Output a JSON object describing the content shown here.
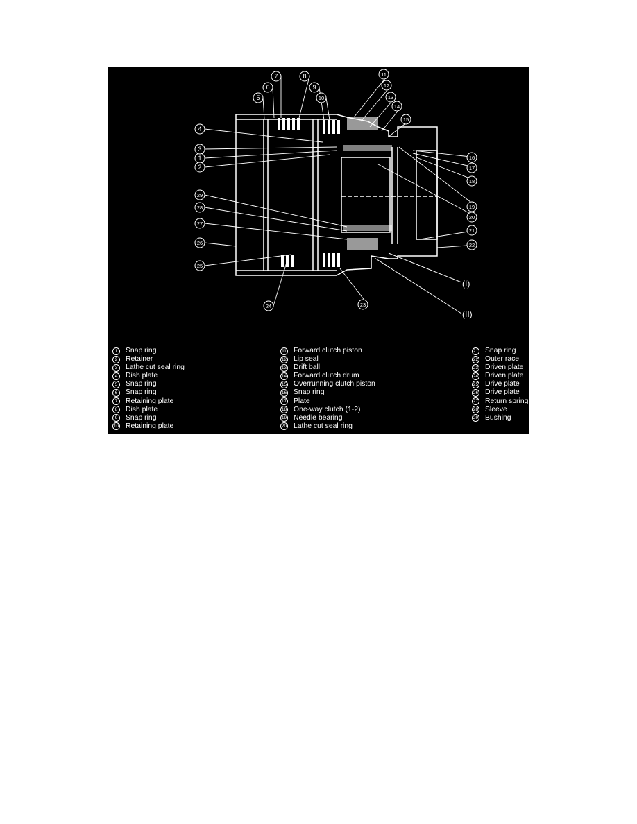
{
  "colors": {
    "background": "#ffffff",
    "figure_background": "#000000",
    "line": "#ffffff"
  },
  "diagram": {
    "callouts": [
      "1",
      "2",
      "3",
      "4",
      "5",
      "6",
      "7",
      "8",
      "9",
      "10",
      "11",
      "12",
      "13",
      "14",
      "15",
      "16",
      "17",
      "18",
      "19",
      "20",
      "21",
      "22",
      "23",
      "24",
      "25",
      "26",
      "27",
      "28",
      "29"
    ],
    "section_marks": [
      "(I)",
      "(II)"
    ]
  },
  "legend": {
    "col1": [
      {
        "n": "1",
        "label": "Snap ring"
      },
      {
        "n": "2",
        "label": "Retainer"
      },
      {
        "n": "3",
        "label": "Lathe cut seal ring"
      },
      {
        "n": "4",
        "label": "Dish plate"
      },
      {
        "n": "5",
        "label": "Snap ring"
      },
      {
        "n": "6",
        "label": "Snap ring"
      },
      {
        "n": "7",
        "label": "Retaining plate"
      },
      {
        "n": "8",
        "label": "Dish plate"
      },
      {
        "n": "9",
        "label": "Snap ring"
      },
      {
        "n": "10",
        "label": "Retaining plate"
      }
    ],
    "col2": [
      {
        "n": "11",
        "label": "Forward clutch piston"
      },
      {
        "n": "12",
        "label": "Lip seal"
      },
      {
        "n": "13",
        "label": "Drift ball"
      },
      {
        "n": "14",
        "label": "Forward clutch drum"
      },
      {
        "n": "15",
        "label": "Overrunning clutch piston"
      },
      {
        "n": "16",
        "label": "Snap ring"
      },
      {
        "n": "17",
        "label": "Plate"
      },
      {
        "n": "18",
        "label": "One-way clutch (1-2)"
      },
      {
        "n": "19",
        "label": "Needle bearing"
      },
      {
        "n": "20",
        "label": "Lathe cut seal ring"
      }
    ],
    "col3": [
      {
        "n": "21",
        "label": "Snap ring"
      },
      {
        "n": "22",
        "label": "Outer race"
      },
      {
        "n": "23",
        "label": "Driven plate"
      },
      {
        "n": "24",
        "label": "Driven plate"
      },
      {
        "n": "25",
        "label": "Drive plate"
      },
      {
        "n": "26",
        "label": "Drive plate"
      },
      {
        "n": "27",
        "label": "Return spring"
      },
      {
        "n": "28",
        "label": "Sleeve"
      },
      {
        "n": "29",
        "label": "Bushing"
      }
    ]
  }
}
